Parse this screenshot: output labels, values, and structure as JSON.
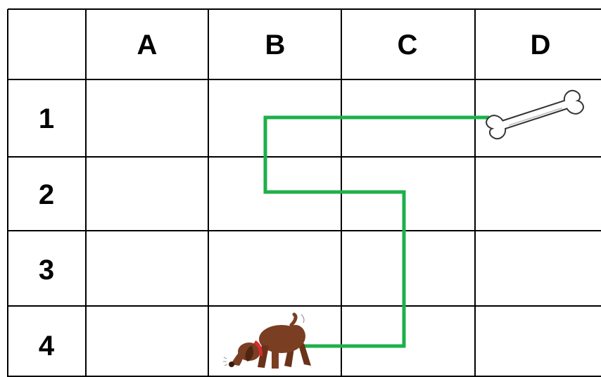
{
  "grid": {
    "columns": [
      "A",
      "B",
      "C",
      "D"
    ],
    "rows": [
      "1",
      "2",
      "3",
      "4"
    ]
  },
  "path": {
    "color": "#1db04a",
    "route": [
      "D1",
      "B1",
      "B2",
      "C2",
      "C4",
      "B4"
    ]
  },
  "dog": {
    "cell": "B4",
    "collar_color": "#d92b2b",
    "body_color": "#7a3e22"
  },
  "bone": {
    "cell": "D1"
  }
}
